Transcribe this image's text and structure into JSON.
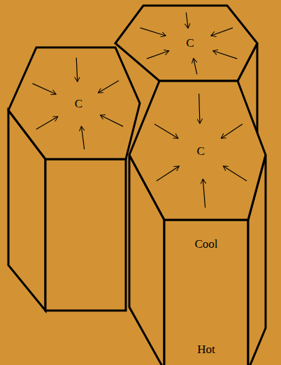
{
  "diagram": {
    "nodes": [
      {
        "text": [
          "C"
        ]
      },
      {
        "text": [
          "C"
        ]
      },
      {
        "text": [
          "C"
        ]
      },
      {
        "text": [
          "Cool",
          "Hot"
        ]
      }
    ]
  }
}
